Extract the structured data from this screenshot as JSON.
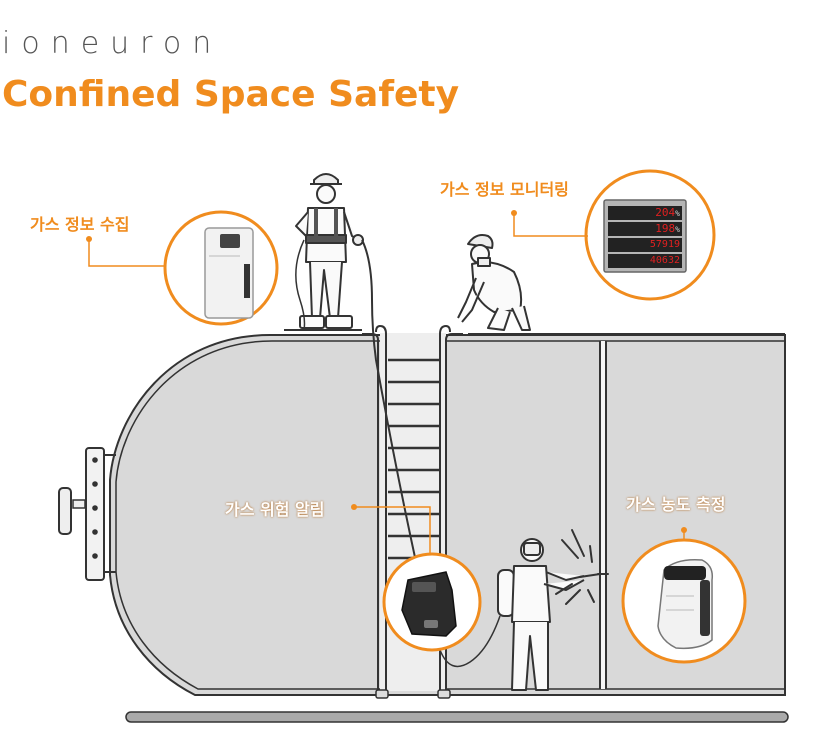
{
  "brand": "ioneuron",
  "title": "Confined Space Safety",
  "labels": {
    "collect": "가스 정보 수집",
    "monitor": "가스 정보 모니터링",
    "alarm": "가스 위험 알림",
    "measure": "가스 농도 측정"
  },
  "display": {
    "rows": [
      {
        "value": "204",
        "unit": "%"
      },
      {
        "value": "198",
        "unit": "%"
      },
      {
        "value": "57919",
        "unit": ""
      },
      {
        "value": "40632",
        "unit": ""
      }
    ]
  },
  "colors": {
    "accent": "#f08c1e",
    "tank_fill": "#d9d9d9",
    "line": "#333333",
    "led": "#e02020"
  },
  "icons": [
    "worker-standing-icon",
    "worker-crouching-icon",
    "worker-gas-tank-icon",
    "ladder-icon",
    "gas-collector-device-icon",
    "monitor-display-icon",
    "wrist-band-icon",
    "gas-detector-icon"
  ]
}
